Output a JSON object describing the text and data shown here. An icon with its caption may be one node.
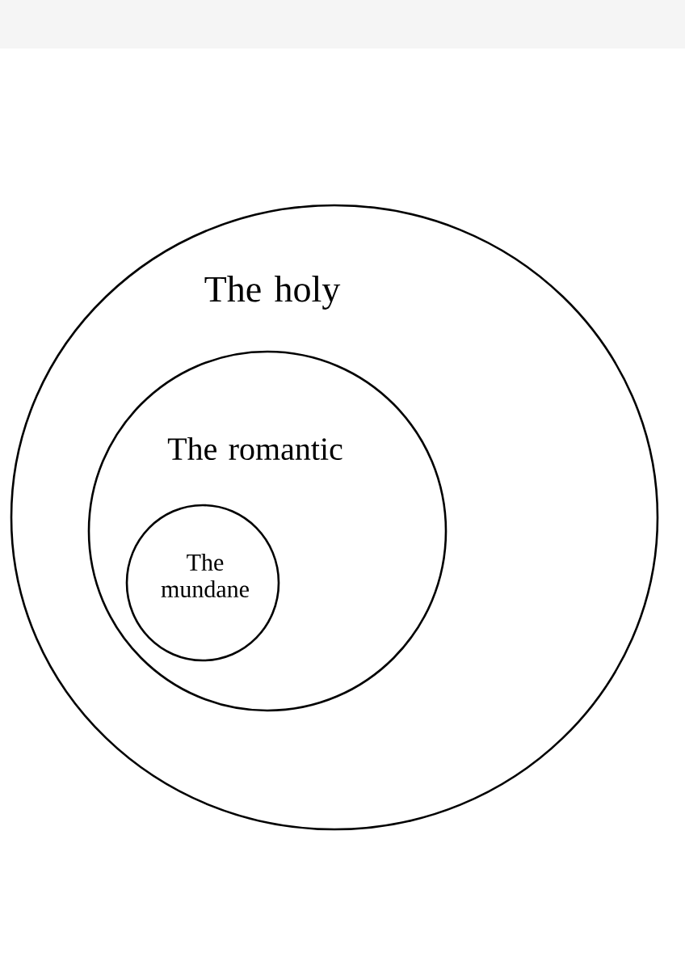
{
  "diagram": {
    "nodes": [
      {
        "text": [
          "The holy"
        ]
      },
      {
        "text": [
          "The romantic"
        ],
        "in": 0
      },
      {
        "text": [
          "The mundane"
        ],
        "in": 1
      }
    ]
  }
}
